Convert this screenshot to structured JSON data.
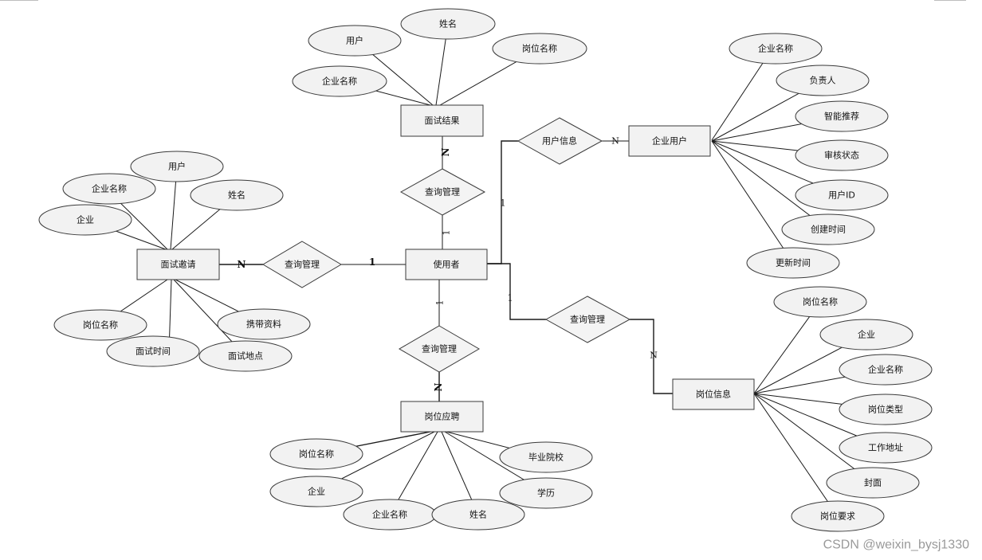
{
  "entities": {
    "interview_result": "面试结果",
    "user": "使用者",
    "interview_invitation": "面试邀请",
    "job_application": "岗位应聘",
    "enterprise_user": "企业用户",
    "job_info": "岗位信息"
  },
  "relationships": {
    "query_top": "查询管理",
    "query_left": "查询管理",
    "query_bottom": "查询管理",
    "user_info": "用户信息",
    "query_right": "查询管理"
  },
  "attributes": {
    "interview_result": [
      "用户",
      "姓名",
      "岗位名称",
      "企业名称"
    ],
    "interview_invitation": [
      "用户",
      "企业名称",
      "姓名",
      "企业",
      "岗位名称",
      "携带资料",
      "面试时间",
      "面试地点"
    ],
    "job_application": [
      "岗位名称",
      "毕业院校",
      "企业",
      "学历",
      "企业名称",
      "姓名"
    ],
    "enterprise_user": [
      "企业名称",
      "负责人",
      "智能推荐",
      "审核状态",
      "用户ID",
      "创建时间",
      "更新时间"
    ],
    "job_info": [
      "岗位名称",
      "企业",
      "企业名称",
      "岗位类型",
      "工作地址",
      "封面",
      "岗位要求"
    ]
  },
  "cardinalities": {
    "top_n": "N",
    "top_1": "1",
    "left_n": "N",
    "left_1": "1",
    "bottom_1": "1",
    "bottom_n": "N",
    "ui_1": "1",
    "ui_n": "N",
    "right_1": "1",
    "right_n": "N"
  },
  "watermark": "CSDN @weixin_bysj1330"
}
